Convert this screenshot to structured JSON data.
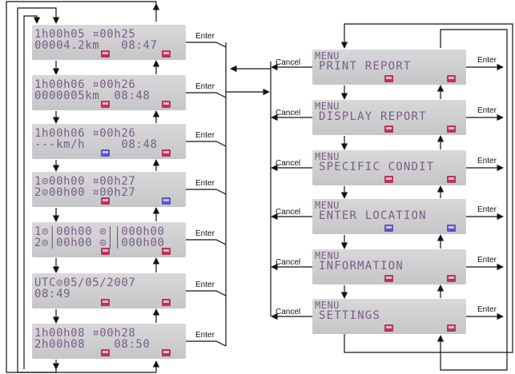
{
  "colors": {
    "lcd_text": "#7b5b86",
    "icon_red": "#b8345a",
    "icon_blue": "#5b55c8",
    "arrow": "#111111"
  },
  "left_screens": [
    {
      "line1": "1h00h05 ¤00h25",
      "line2": "00004.2km   08:47",
      "icons": [
        "red",
        "red"
      ]
    },
    {
      "line1": "1h00h06 ¤00h26",
      "line2": "0000005km  08:48",
      "icons": [
        "red",
        "red"
      ]
    },
    {
      "line1": "1h00h06 ¤00h26",
      "line2": "---km/h     08:48",
      "icons": [
        "blue",
        "red"
      ]
    },
    {
      "line1": "1⊙00h00 ¤00h27",
      "line2": "2⊙00h00 ¤00h27",
      "icons": [
        "red",
        "blue"
      ]
    },
    {
      "line1": "1⊙|00h00 ⊙||000h00",
      "line2": "2⊙|00h00 ⊙||000h00",
      "icons": [
        "red",
        "red"
      ]
    },
    {
      "line1": "UTC⊙05/05/2007",
      "line2": "08:49",
      "icons": [
        "red",
        "red"
      ]
    },
    {
      "line1": "1h00h08 ¤00h28",
      "line2": "2h00h08    08:50",
      "icons": [
        "red",
        "red"
      ]
    }
  ],
  "menu_screens": [
    {
      "title": "MENU",
      "item": "PRINT REPORT",
      "icons": [
        "red",
        "red"
      ]
    },
    {
      "title": "MENU",
      "item": "DISPLAY REPORT",
      "icons": [
        "red",
        "red"
      ]
    },
    {
      "title": "MENU",
      "item": "SPECIFIC CONDIT",
      "icons": [
        "red",
        "red"
      ]
    },
    {
      "title": "MENU",
      "item": "ENTER LOCATION",
      "icons": [
        "blue",
        "blue"
      ]
    },
    {
      "title": "MENU",
      "item": "INFORMATION",
      "icons": [
        "red",
        "red"
      ]
    },
    {
      "title": "MENU",
      "item": "SETTINGS",
      "icons": [
        "red",
        "red"
      ]
    }
  ],
  "labels": {
    "enter": "Enter",
    "cancel": "Cancel"
  }
}
